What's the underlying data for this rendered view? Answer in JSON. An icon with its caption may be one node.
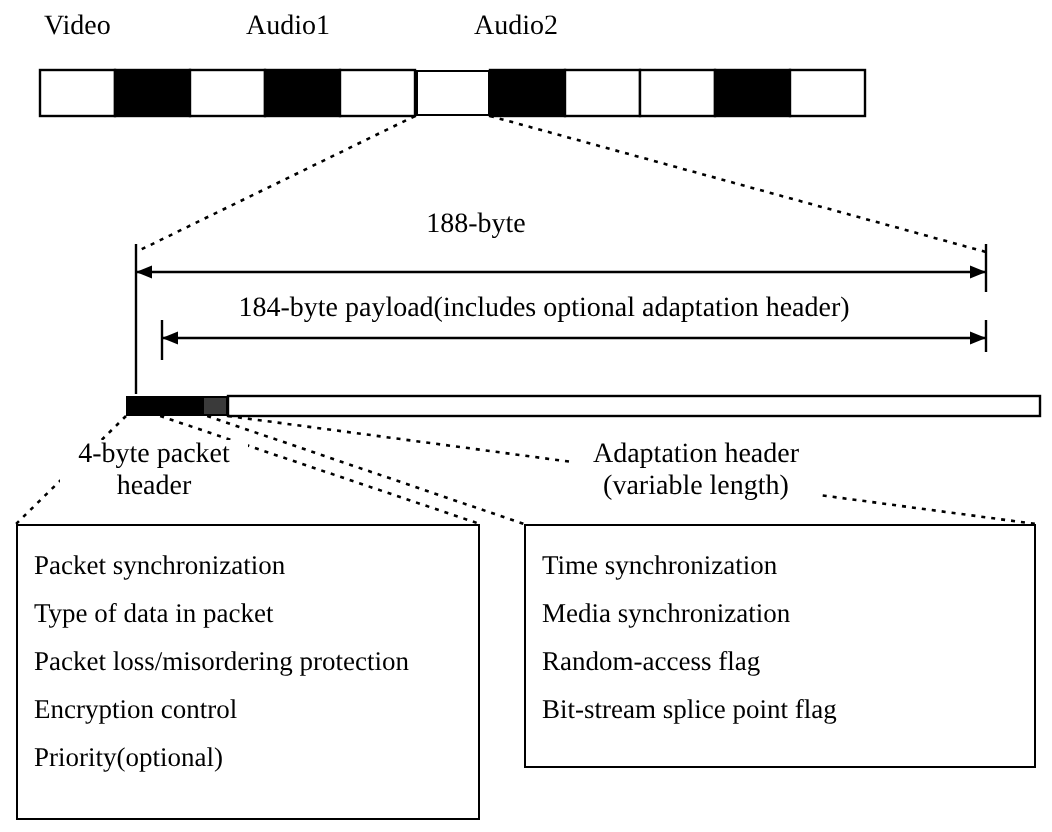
{
  "diagram": {
    "nodes": [
      {
        "text": [],
        "shape": "box"
      },
      {
        "text": [],
        "shape": "bar",
        "beside": [
          "4-byte packet header"
        ]
      },
      {
        "text": [],
        "shape": "bar"
      },
      {
        "text": [
          "Packet synchronization",
          "Type of data in packet",
          "Packet loss/misordering protection",
          "Encryption control",
          "Priority(optional)"
        ]
      },
      {
        "text": [
          "Time synchronization",
          "Media synchronization",
          "Random-access flag",
          "Bit-stream splice point flag"
        ]
      }
    ],
    "edges": [
      {
        "from": 0,
        "to": null,
        "arrow": "none",
        "style": "dashed"
      },
      {
        "from": 0,
        "to": null,
        "arrow": "none",
        "style": "dashed"
      },
      {
        "from": 1,
        "to": 3,
        "arrow": "none",
        "style": "dashed"
      },
      {
        "from": 1,
        "to": 3,
        "arrow": "none",
        "style": "dashed"
      },
      {
        "from": 2,
        "to": 4,
        "arrow": "none",
        "style": "dashed"
      },
      {
        "from": 2,
        "to": 4,
        "arrow": "none",
        "style": "dashed"
      }
    ],
    "labels": [
      "Video",
      "Audio1",
      "Audio2",
      "188-byte",
      "184-byte payload(includes optional adaptation header)",
      "Adaptation header (variable length)"
    ]
  }
}
